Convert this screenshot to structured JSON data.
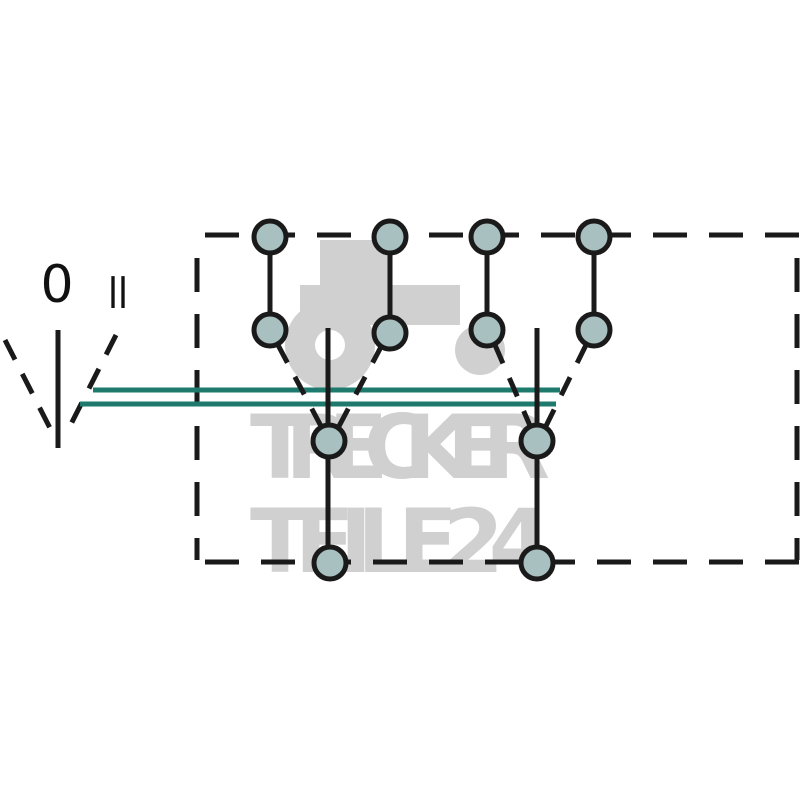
{
  "labels": {
    "position_0": "0",
    "position_2": "II"
  },
  "watermark": {
    "line1": "TRECKER",
    "line2": "TEILE24"
  },
  "colors": {
    "line": "#1a1a1a",
    "contact_fill": "#a9c0c0",
    "actuator": "#1e7a6c",
    "watermark": "#c8c8c8"
  }
}
